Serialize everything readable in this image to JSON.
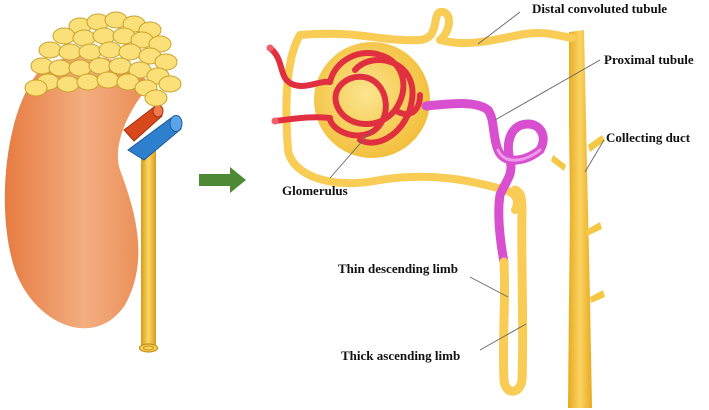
{
  "labels": {
    "distal": "Distal convoluted tubule",
    "proximal": "Proximal tubule",
    "collecting": "Collecting duct",
    "glomerulus": "Glomerulus",
    "thin_desc": "Thin descending limb",
    "thick_asc": "Thick ascending limb"
  },
  "colors": {
    "kidney_dark": "#e8804a",
    "kidney_light": "#f3b487",
    "fat": "#fbe07a",
    "artery": "#e0303f",
    "vein": "#2f7fcf",
    "ureter": "#f5c842",
    "tubule": "#f8cc55",
    "proximal": "#d84fcf",
    "arrow": "#4e8a36"
  }
}
